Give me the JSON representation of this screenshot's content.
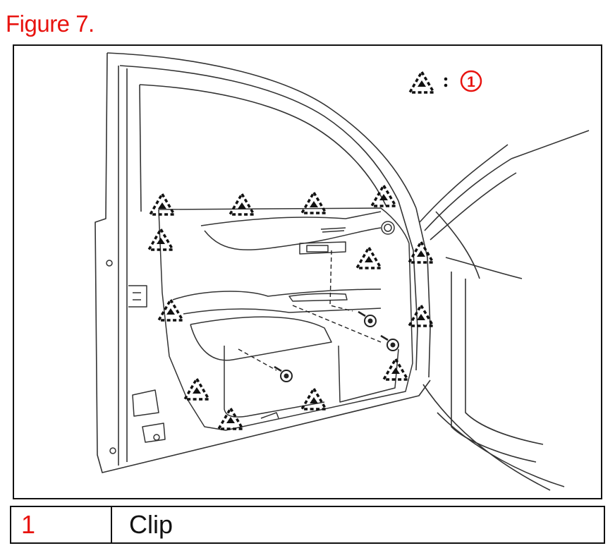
{
  "figure": {
    "title": "Figure 7."
  },
  "diagram": {
    "legend_key": "1"
  },
  "parts_table": [
    {
      "number": "1",
      "name": "Clip"
    }
  ],
  "colors": {
    "accent": "#e8130f",
    "line": "#333333",
    "ink": "#111111"
  },
  "icons": [
    "dashed-triangle-clip-icon",
    "circled-number-icon",
    "bolt-icon"
  ]
}
